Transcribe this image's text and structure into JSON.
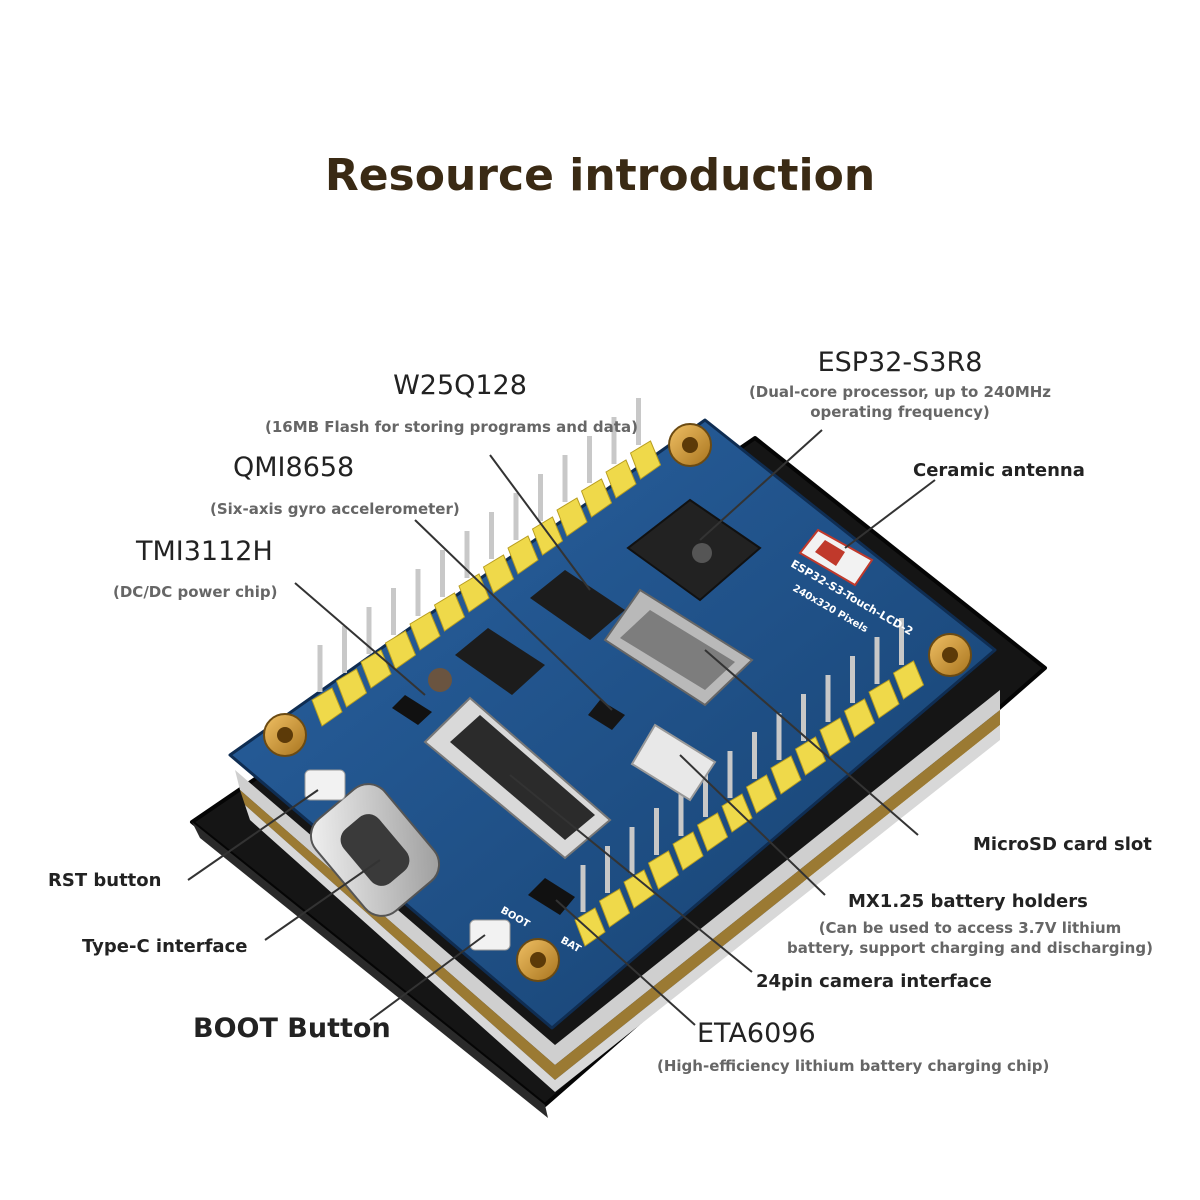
{
  "title": "Resource introduction",
  "board_silkscreen": {
    "model": "ESP32-S3-Touch-LCD-2",
    "resolution": "240x320 Pixels",
    "pin_boot": "BOOT",
    "pin_bat": "BAT"
  },
  "labels": {
    "esp32": {
      "name": "ESP32-S3R8",
      "desc_line1": "(Dual-core processor, up to 240MHz",
      "desc_line2": "operating frequency)"
    },
    "w25q128": {
      "name": "W25Q128",
      "desc": "(16MB Flash for storing programs and data)"
    },
    "qmi8658": {
      "name": "QMI8658",
      "desc": "(Six-axis gyro accelerometer)"
    },
    "tmi3112h": {
      "name": "TMI3112H",
      "desc": "(DC/DC power chip)"
    },
    "ceramic_antenna": {
      "name": "Ceramic antenna"
    },
    "microsd": {
      "name": "MicroSD card slot"
    },
    "mx125": {
      "name": "MX1.25 battery holders",
      "desc_line1": "(Can be used to access 3.7V lithium",
      "desc_line2": "battery, support charging and discharging)"
    },
    "camera": {
      "name": "24pin camera interface"
    },
    "eta6096": {
      "name": "ETA6096",
      "desc": "(High-efficiency lithium battery charging chip)"
    },
    "rst": {
      "name": "RST button"
    },
    "typec": {
      "name": "Type-C interface"
    },
    "boot": {
      "name": "BOOT Button"
    }
  },
  "colors": {
    "pcb": "#1f4f86",
    "pcb_dark": "#173d69",
    "header": "#efd94a",
    "title": "#3a2a14",
    "lcd": "#161616"
  }
}
